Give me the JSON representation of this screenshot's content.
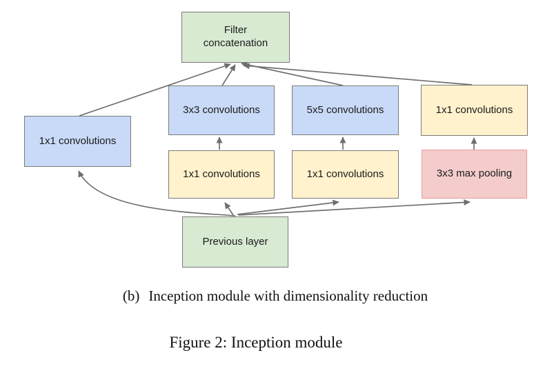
{
  "diagram": {
    "title": "Inception module with dimensionality reduction",
    "nodes": {
      "filter_concat": {
        "label": "Filter concatenation",
        "color": "#d9ead3"
      },
      "conv1x1_left": {
        "label": "1x1 convolutions",
        "color": "#c9daf8"
      },
      "conv3x3": {
        "label": "3x3 convolutions",
        "color": "#c9daf8"
      },
      "conv5x5": {
        "label": "5x5 convolutions",
        "color": "#c9daf8"
      },
      "conv1x1_top_right": {
        "label": "1x1 convolutions",
        "color": "#fff2cc"
      },
      "conv1x1_mid_left": {
        "label": "1x1 convolutions",
        "color": "#fff2cc"
      },
      "conv1x1_mid_right": {
        "label": "1x1 convolutions",
        "color": "#fff2cc"
      },
      "max_pool": {
        "label": "3x3 max pooling",
        "color": "#f4cccc"
      },
      "previous_layer": {
        "label": "Previous layer",
        "color": "#d9ead3"
      }
    },
    "edges": [
      "previous_layer -> conv1x1_left",
      "previous_layer -> conv1x1_mid_left",
      "previous_layer -> conv1x1_mid_right",
      "previous_layer -> max_pool",
      "conv1x1_mid_left -> conv3x3",
      "conv1x1_mid_right -> conv5x5",
      "max_pool -> conv1x1_top_right",
      "conv1x1_left -> filter_concat",
      "conv3x3 -> filter_concat",
      "conv5x5 -> filter_concat",
      "conv1x1_top_right -> filter_concat"
    ],
    "colors": {
      "green_fill": "#d9ead3",
      "blue_fill": "#c9daf8",
      "yellow_fill": "#fff2cc",
      "red_fill": "#f4cccc",
      "red_border": "#ea9999",
      "gray_border": "#7a7a7a",
      "arrow": "#6f6f6f"
    }
  },
  "captions": {
    "sub_label": "(b)",
    "sub_text": "Inception module with dimensionality reduction",
    "figure": "Figure 2: Inception module"
  }
}
